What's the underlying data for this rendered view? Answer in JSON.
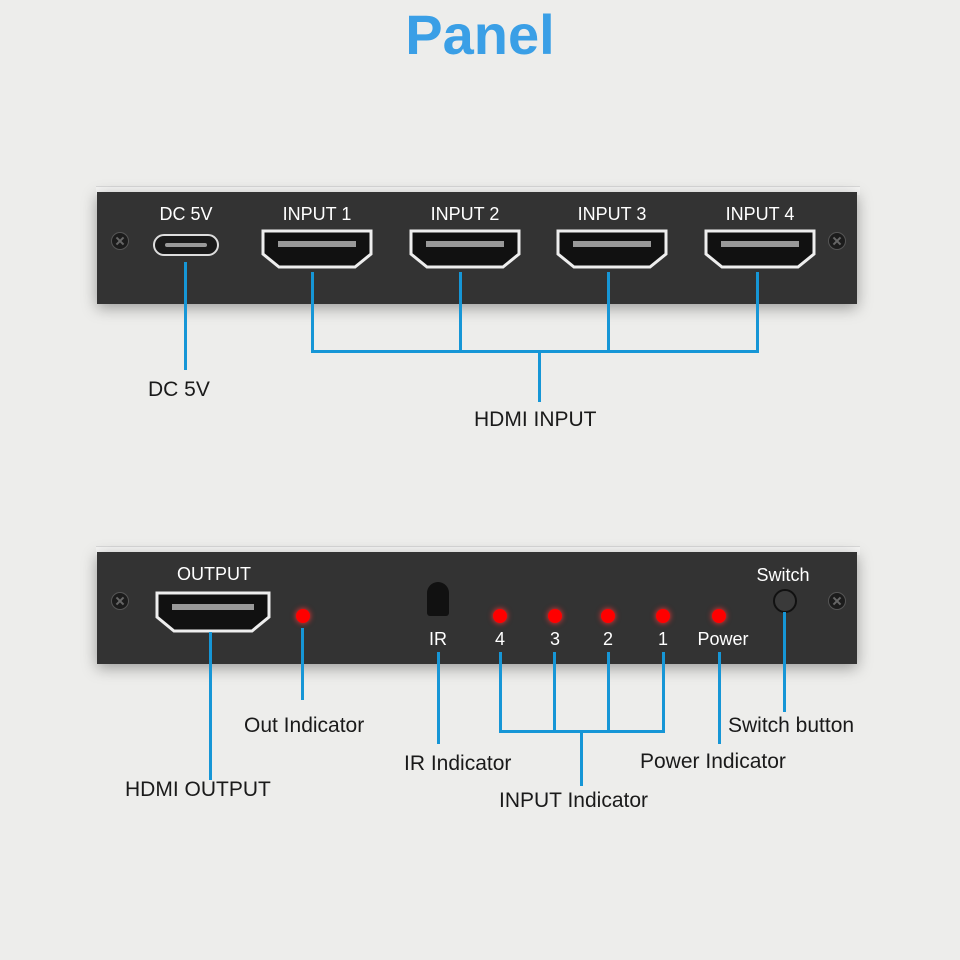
{
  "title": "Panel",
  "front_panel": {
    "port_labels": {
      "dc": "DC 5V",
      "input1": "INPUT 1",
      "input2": "INPUT 2",
      "input3": "INPUT 3",
      "input4": "INPUT 4"
    },
    "callouts": {
      "dc": "DC 5V",
      "hdmi_input": "HDMI INPUT"
    }
  },
  "back_panel": {
    "port_labels": {
      "output": "OUTPUT",
      "ir": "IR",
      "led4": "4",
      "led3": "3",
      "led2": "2",
      "led1": "1",
      "power": "Power",
      "switch": "Switch"
    },
    "callouts": {
      "hdmi_output": "HDMI OUTPUT",
      "out_indicator": "Out Indicator",
      "ir_indicator": "IR Indicator",
      "input_indicator": "INPUT Indicator",
      "power_indicator": "Power Indicator",
      "switch_button": "Switch button"
    }
  },
  "colors": {
    "accent": "#3a9fe6",
    "callout_line": "#1696d6",
    "led": "#ff0000",
    "panel": "#333333"
  }
}
